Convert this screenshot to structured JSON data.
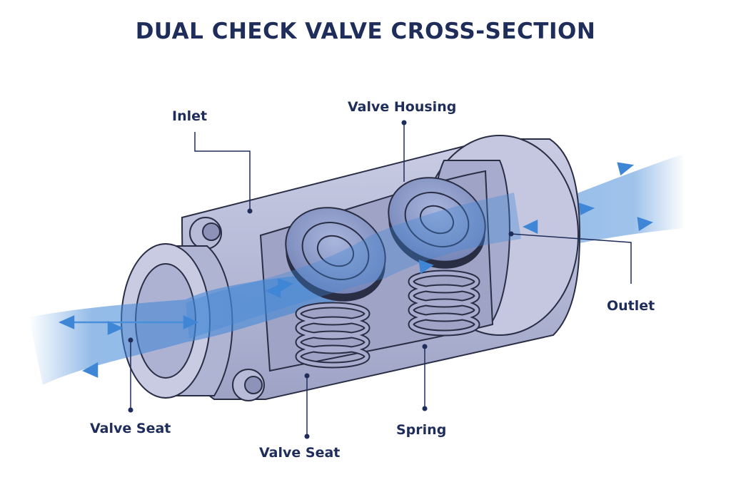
{
  "title": "DUAL CHECK VALVE CROSS-SECTION",
  "labels": {
    "inlet": "Inlet",
    "valve_housing": "Valve Housing",
    "outlet": "Outlet",
    "valve_seat_left": "Valve Seat",
    "valve_seat_center": "Valve Seat",
    "spring": "Spring"
  },
  "colors": {
    "title": "#1f2d5a",
    "housing": "#b9bdd8",
    "housing_dark": "#8d92b8",
    "outline": "#2a2e44",
    "flow": "#3f86d6",
    "flow_light": "#9cc3ee",
    "disc": "#7f8fbd"
  }
}
